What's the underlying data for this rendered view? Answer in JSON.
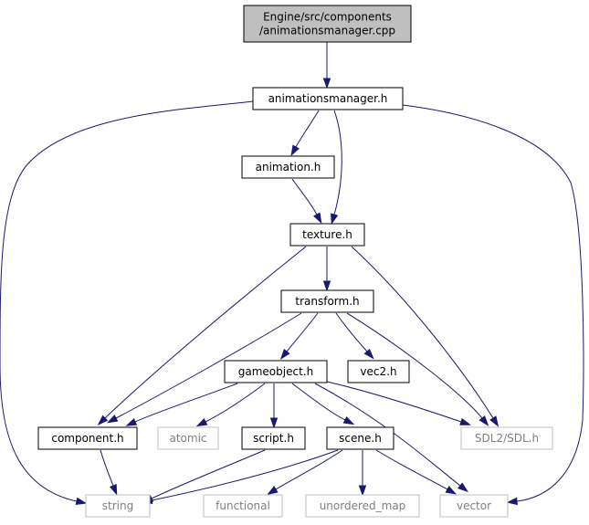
{
  "graph": {
    "nodes": [
      {
        "id": "main",
        "label_lines": [
          "Engine/src/components",
          "/animationsmanager.cpp"
        ],
        "kind": "main"
      },
      {
        "id": "animationsmanager_h",
        "label_lines": [
          "animationsmanager.h"
        ],
        "kind": "local"
      },
      {
        "id": "animation_h",
        "label_lines": [
          "animation.h"
        ],
        "kind": "local"
      },
      {
        "id": "texture_h",
        "label_lines": [
          "texture.h"
        ],
        "kind": "local"
      },
      {
        "id": "transform_h",
        "label_lines": [
          "transform.h"
        ],
        "kind": "local"
      },
      {
        "id": "gameobject_h",
        "label_lines": [
          "gameobject.h"
        ],
        "kind": "local"
      },
      {
        "id": "vec2_h",
        "label_lines": [
          "vec2.h"
        ],
        "kind": "local"
      },
      {
        "id": "component_h",
        "label_lines": [
          "component.h"
        ],
        "kind": "local"
      },
      {
        "id": "atomic",
        "label_lines": [
          "atomic"
        ],
        "kind": "external"
      },
      {
        "id": "script_h",
        "label_lines": [
          "script.h"
        ],
        "kind": "local"
      },
      {
        "id": "scene_h",
        "label_lines": [
          "scene.h"
        ],
        "kind": "local"
      },
      {
        "id": "sdl_h",
        "label_lines": [
          "SDL2/SDL.h"
        ],
        "kind": "external"
      },
      {
        "id": "string",
        "label_lines": [
          "string"
        ],
        "kind": "external"
      },
      {
        "id": "functional",
        "label_lines": [
          "functional"
        ],
        "kind": "external"
      },
      {
        "id": "unordered_map",
        "label_lines": [
          "unordered_map"
        ],
        "kind": "external"
      },
      {
        "id": "vector",
        "label_lines": [
          "vector"
        ],
        "kind": "external"
      }
    ],
    "edges": [
      {
        "from": "main",
        "to": "animationsmanager_h"
      },
      {
        "from": "animationsmanager_h",
        "to": "animation_h"
      },
      {
        "from": "animationsmanager_h",
        "to": "texture_h"
      },
      {
        "from": "animationsmanager_h",
        "to": "string"
      },
      {
        "from": "animationsmanager_h",
        "to": "vector"
      },
      {
        "from": "animation_h",
        "to": "texture_h"
      },
      {
        "from": "texture_h",
        "to": "transform_h"
      },
      {
        "from": "texture_h",
        "to": "component_h"
      },
      {
        "from": "texture_h",
        "to": "sdl_h"
      },
      {
        "from": "transform_h",
        "to": "gameobject_h"
      },
      {
        "from": "transform_h",
        "to": "vec2_h"
      },
      {
        "from": "transform_h",
        "to": "component_h"
      },
      {
        "from": "transform_h",
        "to": "sdl_h"
      },
      {
        "from": "gameobject_h",
        "to": "component_h"
      },
      {
        "from": "gameobject_h",
        "to": "atomic"
      },
      {
        "from": "gameobject_h",
        "to": "script_h"
      },
      {
        "from": "gameobject_h",
        "to": "scene_h"
      },
      {
        "from": "gameobject_h",
        "to": "sdl_h"
      },
      {
        "from": "gameobject_h",
        "to": "vector"
      },
      {
        "from": "component_h",
        "to": "string"
      },
      {
        "from": "script_h",
        "to": "string"
      },
      {
        "from": "scene_h",
        "to": "string"
      },
      {
        "from": "scene_h",
        "to": "functional"
      },
      {
        "from": "scene_h",
        "to": "unordered_map"
      },
      {
        "from": "scene_h",
        "to": "vector"
      }
    ],
    "colors": {
      "edge": "#191970",
      "main_fill": "#bfbfbf",
      "external_border": "#bfbfbf",
      "external_text": "#7f7f7f"
    }
  }
}
